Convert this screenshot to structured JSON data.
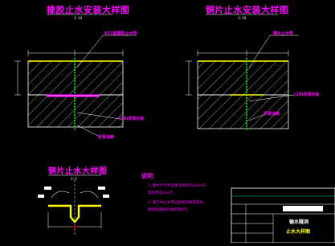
{
  "colors": {
    "background": "#000000",
    "linework": "#ffffff",
    "annotation": "#ff00ff",
    "waterstop": "#ffff00",
    "accent_green": "#00ff00",
    "accent_cyan": "#00ffff",
    "dimension_red": "#ff0000"
  },
  "detail_rubber": {
    "title": "橡胶止水安装大样图",
    "scale": "1: 10",
    "label_waterstop": "651型橡胶止水带",
    "label_filler": "(20)沥青杉板",
    "label_sealant": "沥青油麻"
  },
  "detail_copper": {
    "title": "铜片止水安装大样图",
    "scale": "1: 10",
    "label_waterstop": "铜片止水带",
    "label_filler": "(20)沥青杉板",
    "label_sealant": "沥青油麻"
  },
  "detail_copper_shape": {
    "title": "铜片止水大样图",
    "scale": "1: 5"
  },
  "notes": {
    "heading": "说明：",
    "items": [
      "1. 图中尺寸单位除注明外均以mm计，",
      "   高程单位以m计。",
      "2. 施工中止水带应按规范要求安装，",
      "   接缝处理按有关规范执行。"
    ]
  },
  "title_block": {
    "project": "输水隧洞",
    "drawing_title": "止水大样图"
  }
}
